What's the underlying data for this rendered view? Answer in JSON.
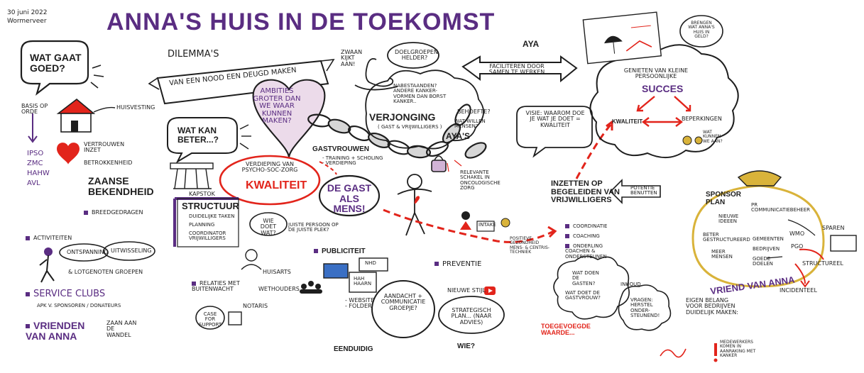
{
  "header": {
    "date": "30 juni 2022",
    "place": "Wormerveer",
    "title": "ANNA'S HUIS IN DE TOEKOMST"
  },
  "left": {
    "wat_gaat_goed": "WAT GAAT GOED?",
    "basis_op_orde": "BASIS OP ORDE",
    "huisvesting": "HUISVESTING",
    "partners": [
      "IPSO",
      "ZMC",
      "HAHW",
      "AVL"
    ],
    "vertrouwen": "VERTROUWEN INZET",
    "betrokkenheid": "BETROKKENHEID",
    "zaanse": "ZAANSE BEKENDHEID",
    "breedgedragen": "BREEDGEDRAGEN",
    "activiteiten": "ACTIVITEITEN",
    "ontspanning": "ONTSPANNING",
    "uitwisseling": "UITWISSELING",
    "lotgenoten": "& LOTGENOTEN GROEPEN",
    "service_clubs": "SERVICE CLUBS",
    "service_sub": "APK V. SPONSOREN / DONATEURS",
    "vrienden": "VRIENDEN VAN ANNA",
    "zaan_wandel": "ZAAN AAN DE WANDEL"
  },
  "middle": {
    "dilemmas": "DILEMMA'S",
    "banner": "VAN EEN NOOD EEN DEUGD MAKEN",
    "ambities": "AMBITIES GROTER DAN WE WAAR KUNNEN MAKEN?",
    "wat_kan_beter": "WAT KAN BETER...?",
    "verdieping": "VERDIEPING VAN PSYCHO-SOC-ZORG",
    "kwaliteit": "KWALITEIT",
    "kapstok": "KAPSTOK",
    "structuur": "STRUCTUUR",
    "structuur_items": [
      "DUIDELIJKE TAKEN",
      "PLANNING",
      "COORDINATOR VRIJWILLIGERS"
    ],
    "wie_doet_wat": "WIE DOET WAT?",
    "juiste_persoon": "JUISTE PERSOON OP DE JUISTE PLEK?",
    "huisarts": "HUISARTS",
    "relaties": "RELATIES MET BUITENWACHT",
    "wethouders": "WETHOUDERS",
    "notaris": "NOTARIS",
    "case_for_support": "CASE FOR SUPPORT",
    "zwaan": "ZWAAN KIJKT AAN!",
    "doelgroepen": "DOELGROEPEN HELDER?",
    "verjonging": "VERJONGING",
    "verjonging_sub": "( GAST & VRIJWILLIGERS )",
    "nabestaanden": "NABESTAANDEN? ANDERE KANKER-VORMEN DAN BORST KANKER..",
    "behoefte": "BEHOEFTE?",
    "wat_willen": "WAT WILLEN MENSEN?",
    "ayas": "AYA'S",
    "aya": "AYA",
    "faciliteren": "FACILITEREN DOOR SAMEN TE WERKEN",
    "gastvrouwen": "GASTVROUWEN",
    "gastvrouwen_sub": "- TRAINING + SCHOLING\n- VERDIEPING",
    "relevante": "RELEVANTE SCHAKEL IN ONCOLOGISCHE ZORG",
    "de_gast": "DE GAST ALS MENS!",
    "intake": "INTAKE",
    "positieve": "POSITIEVE GEZONDHEID MENS- & CENTRIS-TECHNIEK",
    "preventie": "PREVENTIE",
    "publiciteit": "PUBLICITEIT",
    "nhd": "NHD",
    "hah": "HAH HAARN",
    "website": "- WEBSITE\n- FOLDER",
    "eenduidig": "EENDUIDIG",
    "aandacht": "AANDACHT + COMMUNICATIE GROEPJE?",
    "nieuwe_stijl": "NIEUWE STIJL",
    "strategisch": "STRATEGISCH PLAN... (NAAR ADVIES)",
    "wie": "WIE?"
  },
  "right": {
    "visie": "VISIE: WAAROM DOE JE WAT JE DOET = KWALITEIT",
    "inzetten": "INZETTEN OP BEGELEIDEN VAN VRIJWILLIGERS",
    "potentie": "POTENTIE BENUTTEN",
    "coord_items": [
      "COORDINATIE",
      "COACHING",
      "ONDERLING COACHEN & ONDERSTEUNEN"
    ],
    "wat_doen": "WAT DOEN DE GASTEN?",
    "wat_doet": "WAT DOET DE GASTVROUW?",
    "inhoud": "INHOUD",
    "vragen": "VRAGEN: HERSTEL ONDER-STEUNEND!",
    "toegevoegde": "TOEGEVOEGDE WAARDE...",
    "genieten": "GENIETEN VAN KLEINE PERSOONLIJKE",
    "succes": "SUCCES",
    "kwaliteit": "KWALITEIT",
    "beperkingen": "BEPERKINGEN",
    "wat_kunnen": "WAT KUNNEN WE AAN?",
    "ranger": "BRENGEN WAT ANNA'S HUIS IN GELD?",
    "sponsor": "SPONSOR PLAN",
    "pr": "PR COMMUNICATIEBEHEER",
    "nieuwe_ideeen": "NIEUWE IDEEEN",
    "beter": "BETER GESTRUCTUREERD",
    "meer": "MEER MENSEN",
    "gemeenten": "GEMEENTEN",
    "bedrijven": "BEDRIJVEN",
    "goede_doelen": "GOEDE DOELEN",
    "wmo": "WMO",
    "pgo": "PGO",
    "sparen": "SPAREN",
    "structureel": "STRUCTUREEL",
    "incidenteel": "INCIDENTEEL",
    "vriend": "VRIEND VAN ANNA",
    "eigen": "EIGEN BELANG VOOR BEDRIJVEN DUIDELIJK MAKEN:",
    "medewerkers": "MEDEWERKERS KOMEN IN AANRAKING MET KANKER"
  },
  "colors": {
    "purple": "#5a2d82",
    "red": "#e2241b",
    "gold": "#d9b33a",
    "ink": "#1e1e1e"
  }
}
